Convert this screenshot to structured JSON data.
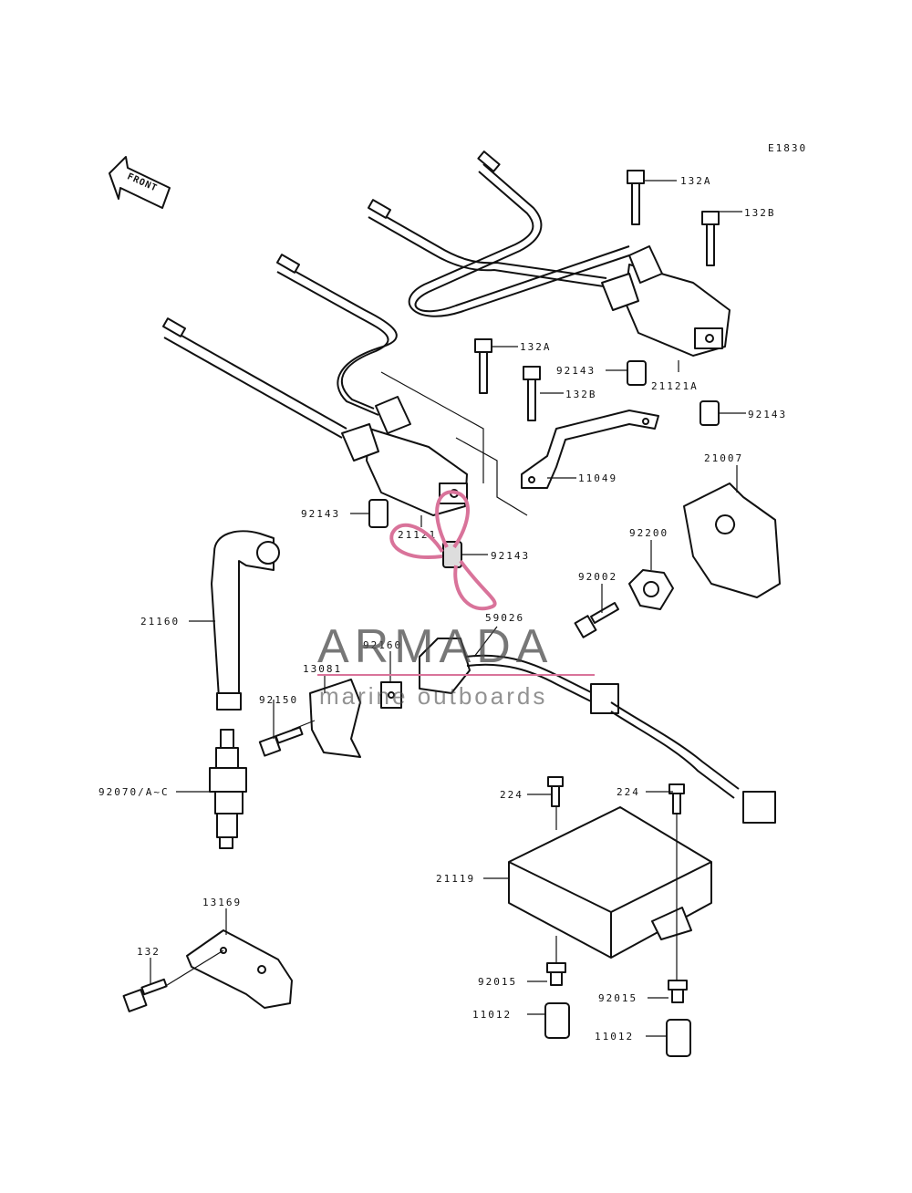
{
  "diagram_code": "E1830",
  "front_label": "FRONT",
  "watermark": {
    "brand": "ARMADA",
    "tagline": "marine outboards",
    "accent_color": "#d9739a"
  },
  "labels": {
    "bolt_132a_top": "132A",
    "bolt_132b_top": "132B",
    "bolt_132a_mid": "132A",
    "bolt_132b_mid": "132B",
    "collar_92143_top": "92143",
    "coil_21121a": "21121A",
    "collar_92143_right": "92143",
    "bracket_11049": "11049",
    "plate_21007": "21007",
    "collar_92143_left": "92143",
    "coil_21121": "21121",
    "collar_92143_bottom": "92143",
    "nut_92200": "92200",
    "bolt_92002": "92002",
    "cap_21160": "21160",
    "sensor_59026": "59026",
    "washer_92160": "92160",
    "bracket_13081": "13081",
    "bolt_92150": "92150",
    "spark_plug": "92070/A~C",
    "screw_224_left": "224",
    "screw_224_right": "224",
    "igniter_21119": "21119",
    "bracket_13169": "13169",
    "bolt_132": "132",
    "bushing_92015_left": "92015",
    "bushing_92015_right": "92015",
    "sleeve_11012_left": "11012",
    "sleeve_11012_right": "11012"
  }
}
